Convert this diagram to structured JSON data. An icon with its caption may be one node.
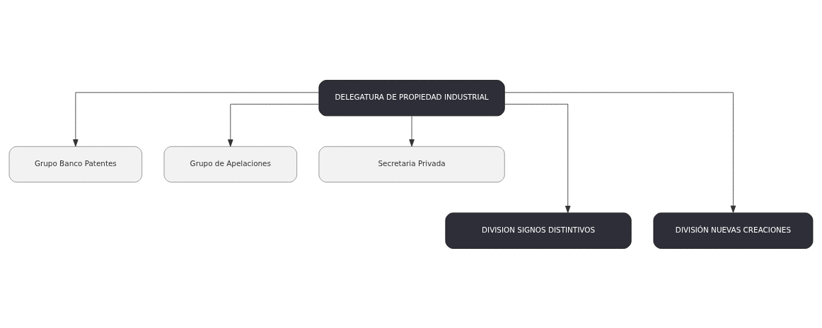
{
  "diagram": {
    "nodes": [
      {
        "text": [
          "DELEGATURA DE PROPIEDAD INDUSTRIAL"
        ]
      },
      {
        "text": [
          "Grupo Banco Patentes"
        ]
      },
      {
        "text": [
          "Grupo de Apelaciones"
        ]
      },
      {
        "text": [
          "Secretaria Privada"
        ]
      },
      {
        "text": [
          "DIVISION SIGNOS DISTINTIVOS"
        ]
      },
      {
        "text": [
          "DIVISIÓN NUEVAS CREACIONES"
        ]
      }
    ],
    "edges": [
      {
        "from": 0,
        "to": 1,
        "arrow": "to"
      },
      {
        "from": 0,
        "to": 3,
        "arrow": "to"
      },
      {
        "from": 0,
        "to": 2,
        "arrow": "to"
      },
      {
        "from": 0,
        "to": 4,
        "arrow": "to"
      },
      {
        "from": 0,
        "to": 5,
        "arrow": "to"
      }
    ]
  }
}
